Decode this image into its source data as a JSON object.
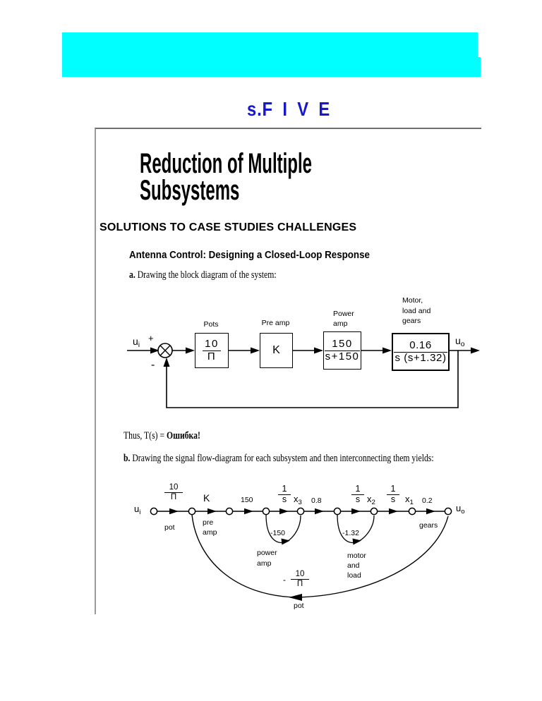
{
  "colors": {
    "banner": "#00ffff",
    "chapter_title": "#1717cd",
    "box_border": "#808080",
    "ink": "#000000"
  },
  "chapter_heading": "s.F I V E",
  "title": {
    "line1": "Reduction of Multiple",
    "line2": "Subsystems"
  },
  "sections": {
    "solutions": "SOLUTIONS TO CASE STUDIES CHALLENGES",
    "antenna": "Antenna Control: Designing a Closed-Loop Response"
  },
  "part_a": {
    "label": "a.",
    "text": " Drawing the block diagram of the system:"
  },
  "thus": {
    "prefix": "Thus, T(s) = ",
    "bold": "Ошибка!"
  },
  "part_b": {
    "label": "b.",
    "text": " Drawing the signal flow-diagram for each subsystem and then interconnecting them yields:"
  },
  "block_diagram": {
    "input": {
      "base": "u",
      "sub": "i"
    },
    "output": {
      "base": "u",
      "sub": "o"
    },
    "plus": "+",
    "minus": "-",
    "pots": {
      "caption": "Pots",
      "num": "10",
      "den": "Π"
    },
    "preamp": {
      "caption": "Pre amp",
      "value": "K"
    },
    "poweramp": {
      "caption1": "Power",
      "caption2": "amp",
      "num": "150",
      "den": "s+150"
    },
    "motor": {
      "caption1": "Motor,",
      "caption2": "load and",
      "caption3": "gears",
      "num": "0.16",
      "den": "s (s+1.32)"
    }
  },
  "sfg": {
    "input": {
      "base": "u",
      "sub": "i"
    },
    "output": {
      "base": "u",
      "sub": "o"
    },
    "pot_gain": {
      "num": "10",
      "den": "Π"
    },
    "preamp_gain": "K",
    "gain_150": "150",
    "integrator": {
      "num": "1",
      "den": "s"
    },
    "gain_08": "0.8",
    "gain_02": "0.2",
    "x3": {
      "base": "x",
      "sub": "3"
    },
    "x2": {
      "base": "x",
      "sub": "2"
    },
    "x1": {
      "base": "x",
      "sub": "1"
    },
    "loop_power": "-150",
    "loop_motor": "-1.32",
    "fb_minus": "-",
    "fb_gain": {
      "num": "10",
      "den": "Π"
    },
    "labels": {
      "pot_top": "pot",
      "pre1": "pre",
      "pre2": "amp",
      "power1": "power",
      "power2": "amp",
      "motor1": "motor",
      "motor2": "and",
      "motor3": "load",
      "gears": "gears",
      "pot_bottom": "pot"
    }
  }
}
